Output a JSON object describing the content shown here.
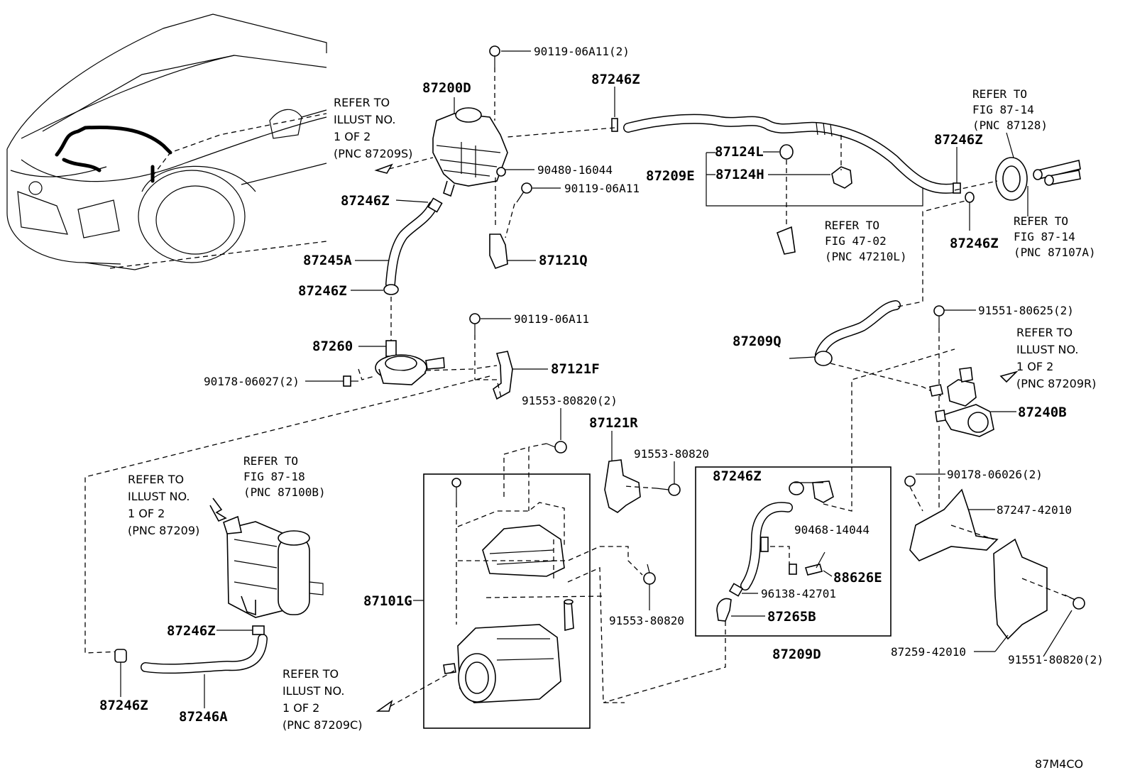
{
  "diagram_code": "87M4CO",
  "parts": {
    "p87200D": "87200D",
    "p90119_06A11_2": "90119-06A11(2)",
    "p87246Z_top": "87246Z",
    "p90480_16044": "90480-16044",
    "p90119_06A11_a": "90119-06A11",
    "p87246Z_left": "87246Z",
    "p87245A": "87245A",
    "p87121Q": "87121Q",
    "p87246Z_mid": "87246Z",
    "p90119_06A11_b": "90119-06A11",
    "p87260": "87260",
    "p87121F": "87121F",
    "p90178_06027_2": "90178-06027(2)",
    "p91553_80820_2": "91553-80820(2)",
    "p87121R": "87121R",
    "p91553_80820_a": "91553-80820",
    "p87101G": "87101G",
    "p91553_80820_b": "91553-80820",
    "p87246Z_lower": "87246Z",
    "p87246Z_bottom": "87246Z",
    "p87246A": "87246A",
    "p87124L": "87124L",
    "p87209E": "87209E",
    "p87124H": "87124H",
    "p87246Z_right1": "87246Z",
    "p87246Z_right2": "87246Z",
    "p87209Q": "87209Q",
    "p91551_80625_2": "91551-80625(2)",
    "p87240B": "87240B",
    "p90178_06026_2": "90178-06026(2)",
    "p87247_42010": "87247-42010",
    "p87259_42010": "87259-42010",
    "p91551_80820_2": "91551-80820(2)",
    "p87246Z_box": "87246Z",
    "p90468_14044": "90468-14044",
    "p88626E": "88626E",
    "p96138_42701": "96138-42701",
    "p87265B": "87265B",
    "p87209D": "87209D"
  },
  "refs": {
    "illust_87209S": [
      "REFER TO",
      "ILLUST NO.",
      "1 OF 2",
      "(PNC 87209S)"
    ],
    "fig_87_14_a": [
      "REFER TO",
      "FIG 87-14",
      "(PNC 87128)"
    ],
    "fig_87_14_b": [
      "REFER TO",
      "FIG 87-14",
      "(PNC 87107A)"
    ],
    "fig_47_02": [
      "REFER TO",
      "FIG 47-02",
      "(PNC 47210L)"
    ],
    "illust_87209R": [
      "REFER TO",
      "ILLUST NO.",
      "1 OF 2",
      "(PNC 87209R)"
    ],
    "fig_87_18": [
      "REFER TO",
      "FIG 87-18",
      "(PNC 87100B)"
    ],
    "illust_87209": [
      "REFER TO",
      "ILLUST NO.",
      "1 OF 2",
      "(PNC 87209)"
    ],
    "illust_87209C": [
      "REFER TO",
      "ILLUST NO.",
      "1 OF 2",
      "(PNC 87209C)"
    ]
  }
}
